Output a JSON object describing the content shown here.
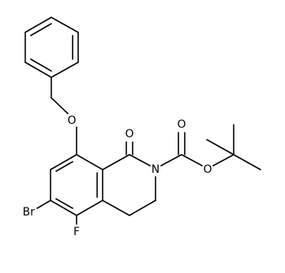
{
  "structure": {
    "atoms": {
      "oxygen_ether": "O",
      "oxygen_lactam_carbonyl": "O",
      "nitrogen": "N",
      "oxygen_carbamate_carbonyl": "O",
      "oxygen_carbamate_ester": "O",
      "bromine": "Br",
      "fluorine": "F"
    }
  }
}
